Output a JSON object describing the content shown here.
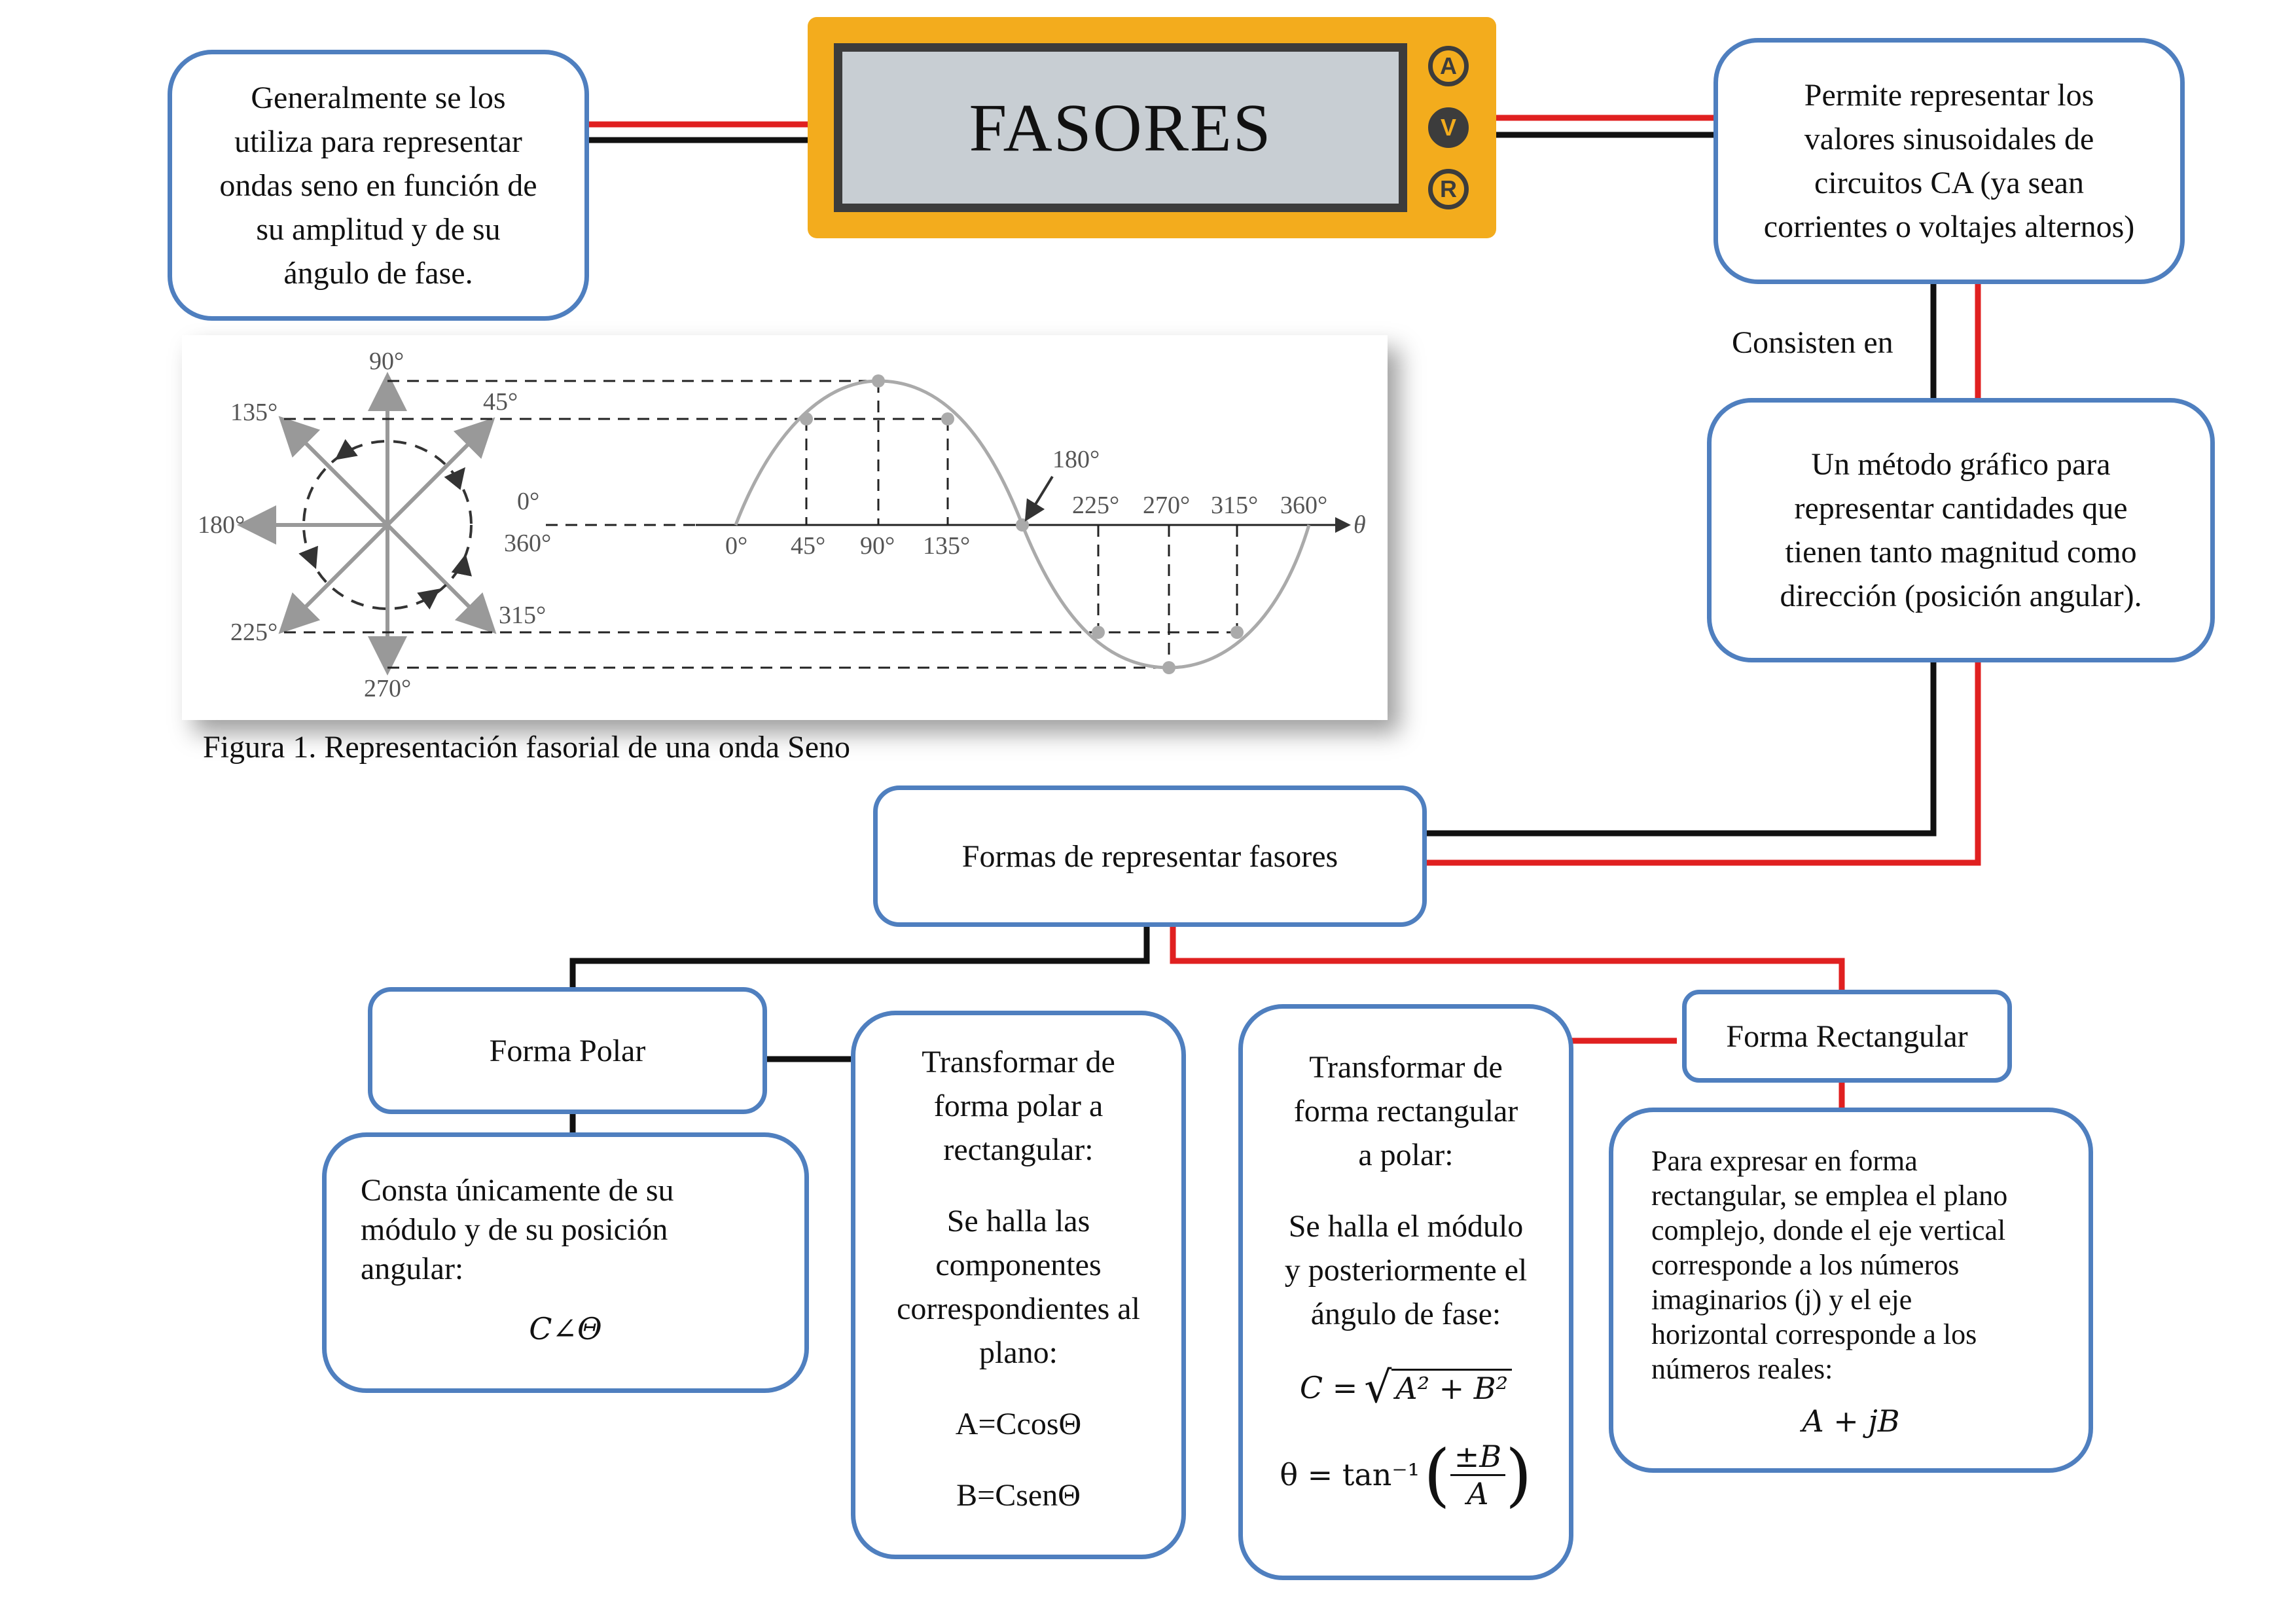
{
  "title": "FASORES",
  "meter": {
    "buttons": [
      "A",
      "V",
      "R"
    ]
  },
  "boxes": {
    "intro_left": "Generalmente se los\nutiliza para representar\nondas seno en función de\nsu amplitud y de su\nángulo de fase.",
    "intro_right": "Permite representar los\nvalores sinusoidales de\ncircuitos CA (ya sean\ncorrientes o voltajes alternos)",
    "consisten_label": "Consisten en",
    "definition": "Un método gráfico para\nrepresentar cantidades que\ntienen tanto magnitud como\ndirección (posición angular).",
    "formas": "Formas de representar fasores",
    "polar": {
      "title": "Forma Polar",
      "desc": "Consta únicamente de su\nmódulo y de su posición\nangular:",
      "formula": "C∠Θ"
    },
    "polar_to_rect": {
      "heading": "Transformar de\nforma polar a\nrectangular:",
      "body": "Se halla las\ncomponentes\ncorrespondientes al\nplano:",
      "eq1": "A=CcosΘ",
      "eq2": "B=CsenΘ"
    },
    "rect_to_polar": {
      "heading": "Transformar de\nforma rectangular\na polar:",
      "body": "Se halla el módulo\ny posteriormente el\nángulo de fase:",
      "eq1_lhs": "C =",
      "eq1_rad": "A² + B²",
      "eq2_lhs": "θ = tan⁻¹",
      "eq2_num": "±B",
      "eq2_den": "A"
    },
    "rectangular": {
      "title": "Forma Rectangular",
      "desc": "Para expresar en forma\nrectangular, se emplea el plano\ncomplejo, donde el eje vertical\ncorresponde a los números\nimaginarios (j) y el eje\nhorizontal corresponde a los\nnúmeros reales:",
      "formula": "A + jB"
    }
  },
  "figure": {
    "caption": "Figura 1. Representación fasorial de una onda Seno",
    "phasor_labels": [
      "90°",
      "45°",
      "0°",
      "360°",
      "315°",
      "270°",
      "225°",
      "180°",
      "135°"
    ],
    "wave_labels": [
      "0°",
      "45°",
      "90°",
      "135°",
      "180°",
      "225°",
      "270°",
      "315°",
      "360°"
    ],
    "axis_symbol": "θ"
  },
  "colors": {
    "box_border": "#4f7fbf",
    "meter_body": "#f3ac1d",
    "meter_screen": "#c8ced3",
    "wire_red": "#e02020",
    "wire_black": "#111111"
  }
}
